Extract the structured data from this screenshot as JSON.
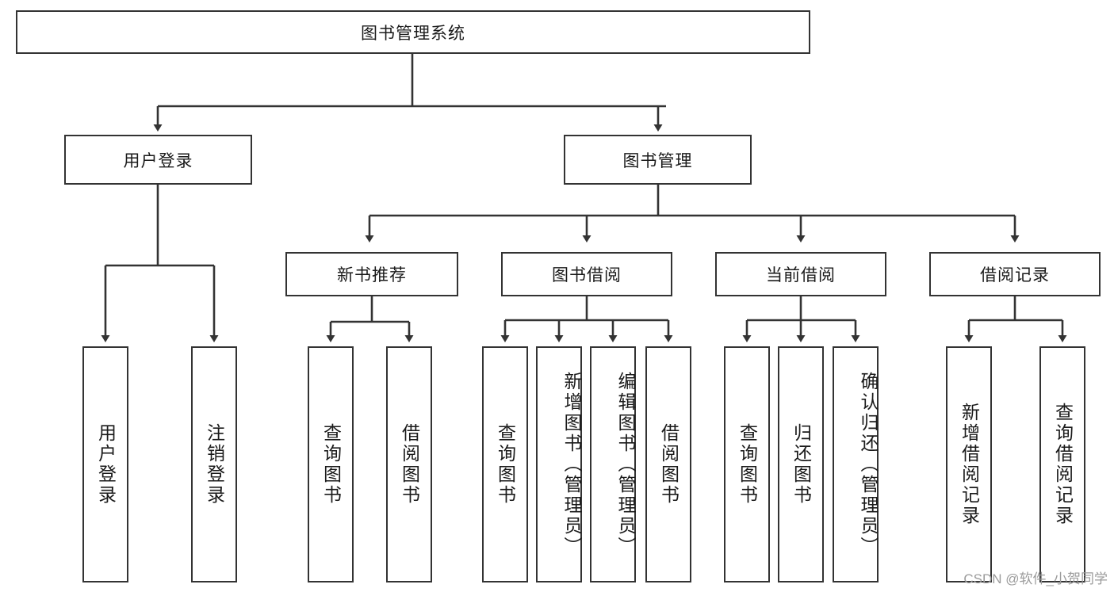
{
  "diagram": {
    "type": "tree",
    "title": "图书管理系统",
    "root": {
      "id": "root",
      "label": "图书管理系统"
    },
    "level2": [
      {
        "id": "user-login",
        "label": "用户登录"
      },
      {
        "id": "book-manage",
        "label": "图书管理"
      }
    ],
    "level3": [
      {
        "id": "new-book-recommend",
        "label": "新书推荐",
        "parent": "book-manage"
      },
      {
        "id": "book-borrow",
        "label": "图书借阅",
        "parent": "book-manage"
      },
      {
        "id": "current-borrow",
        "label": "当前借阅",
        "parent": "book-manage"
      },
      {
        "id": "borrow-record",
        "label": "借阅记录",
        "parent": "book-manage"
      }
    ],
    "leaves": {
      "user_login": [
        {
          "id": "leaf-user-login",
          "label": "用户登录"
        },
        {
          "id": "leaf-user-logout",
          "label": "注销登录"
        }
      ],
      "new_book_recommend": [
        {
          "id": "leaf-query-book-1",
          "label": "查询图书"
        },
        {
          "id": "leaf-borrow-book-1",
          "label": "借阅图书"
        }
      ],
      "book_borrow": [
        {
          "id": "leaf-query-book-2",
          "label": "查询图书"
        },
        {
          "id": "leaf-add-book",
          "label": "新增图书（管理员）"
        },
        {
          "id": "leaf-edit-book",
          "label": "编辑图书（管理员）"
        },
        {
          "id": "leaf-borrow-book-2",
          "label": "借阅图书"
        }
      ],
      "current_borrow": [
        {
          "id": "leaf-query-book-3",
          "label": "查询图书"
        },
        {
          "id": "leaf-return-book",
          "label": "归还图书"
        },
        {
          "id": "leaf-confirm-return",
          "label": "确认归还（管理员）"
        }
      ],
      "borrow_record": [
        {
          "id": "leaf-add-record",
          "label": "新增借阅记录"
        },
        {
          "id": "leaf-query-record",
          "label": "查询借阅记录"
        }
      ]
    },
    "colors": {
      "stroke": "#333333",
      "background": "#ffffff",
      "text": "#1a1a1a",
      "watermark": "#9b9b9b"
    }
  },
  "watermark": {
    "text": "CSDN @软件_小贺同学"
  }
}
